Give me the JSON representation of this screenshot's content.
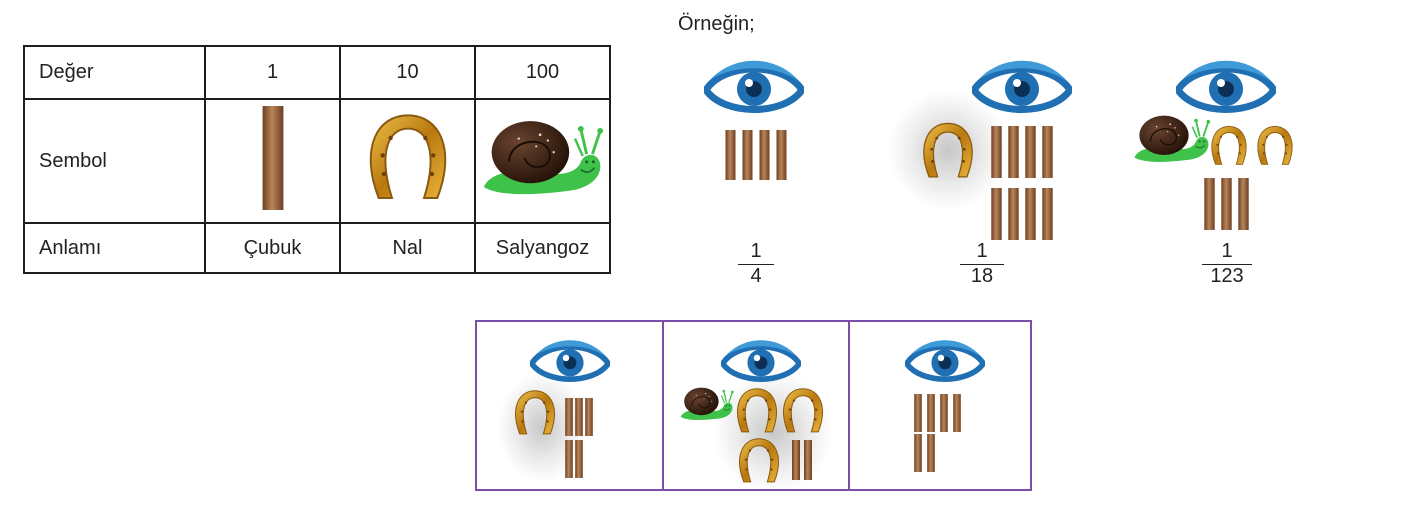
{
  "legend": {
    "header": "Değer",
    "row_symbol": "Sembol",
    "row_meaning": "Anlamı",
    "columns": [
      {
        "value": "1",
        "meaning": "Çubuk",
        "icon": "stick-icon"
      },
      {
        "value": "10",
        "meaning": "Nal",
        "icon": "horseshoe-icon"
      },
      {
        "value": "100",
        "meaning": "Salyangoz",
        "icon": "snail-icon"
      }
    ]
  },
  "examples": {
    "intro": "Örneğin;",
    "items": [
      {
        "numerator": "1",
        "denominator": "4",
        "snails": 0,
        "horseshoes": 0,
        "sticks": 4
      },
      {
        "numerator": "1",
        "denominator": "18",
        "snails": 0,
        "horseshoes": 1,
        "sticks": 8
      },
      {
        "numerator": "1",
        "denominator": "123",
        "snails": 1,
        "horseshoes": 2,
        "sticks": 3
      }
    ]
  },
  "exercises": [
    {
      "snails": 0,
      "horseshoes": 1,
      "sticks": 5
    },
    {
      "snails": 1,
      "horseshoes": 3,
      "sticks": 2
    },
    {
      "snails": 0,
      "horseshoes": 0,
      "sticks": 6
    }
  ],
  "colors": {
    "eye_blue": "#1f6fb2",
    "eye_light": "#3f9ad8",
    "stick_brown": "#8a5a35",
    "horseshoe_gold": "#c98d1c",
    "snail_shell": "#3a2418",
    "snail_body": "#3fc24a",
    "box_border": "#7b4fa8"
  }
}
